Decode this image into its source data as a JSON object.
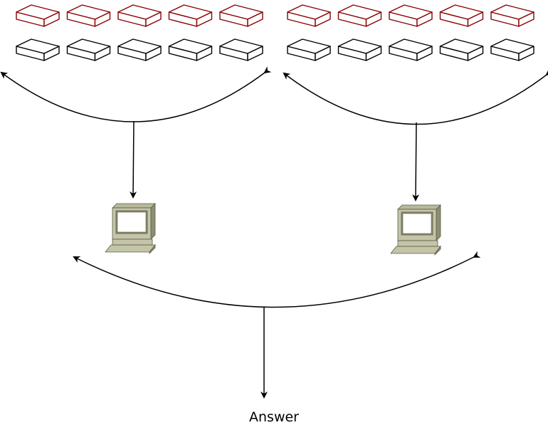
{
  "colors": {
    "background": "#ffffff",
    "red_box_stroke": "#8b0000",
    "black_box_stroke": "#000000",
    "arrow": "#000000",
    "computer_body": "#c4c4a8",
    "computer_shade": "#8e8e72",
    "computer_screen": "#ffffff"
  },
  "icons": {
    "red_box": "box-icon",
    "black_box": "box-icon",
    "computer": "computer-icon"
  },
  "groups": [
    {
      "id": "left",
      "red_box_count": 5,
      "black_box_count": 5
    },
    {
      "id": "right",
      "red_box_count": 5,
      "black_box_count": 5
    }
  ],
  "answer_label": "Answer"
}
